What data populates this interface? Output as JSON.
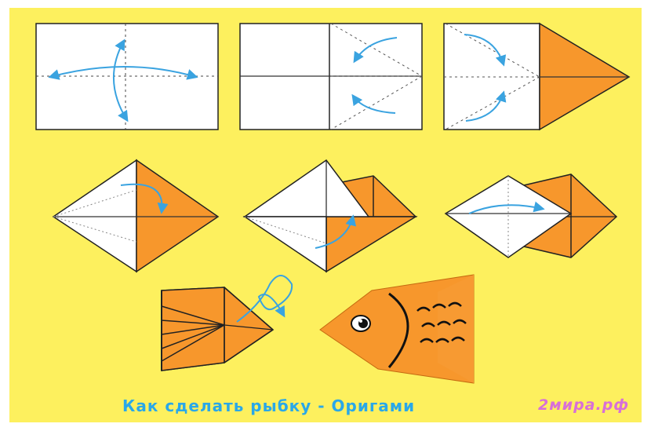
{
  "caption": {
    "title": "Как сделать рыбку - Оригами",
    "site": "2мира.рф"
  },
  "colors": {
    "background": "#fdf05e",
    "paper": "#ffffff",
    "orange": "#f7972c",
    "arrow": "#3aa3e0",
    "title_text": "#2aa8e8",
    "site_text": "#d86fd8"
  },
  "steps": [
    {
      "id": 1,
      "shape": "square-crease-marks"
    },
    {
      "id": 2,
      "shape": "square-fold-corners-to-center"
    },
    {
      "id": 3,
      "shape": "square-with-orange-triangle"
    },
    {
      "id": 4,
      "shape": "diamond-half-orange"
    },
    {
      "id": 5,
      "shape": "diamond-with-orange-flaps"
    },
    {
      "id": 6,
      "shape": "diamond-fold-over"
    },
    {
      "id": 7,
      "shape": "orange-fan-flip"
    },
    {
      "id": 8,
      "shape": "finished-fish"
    }
  ]
}
